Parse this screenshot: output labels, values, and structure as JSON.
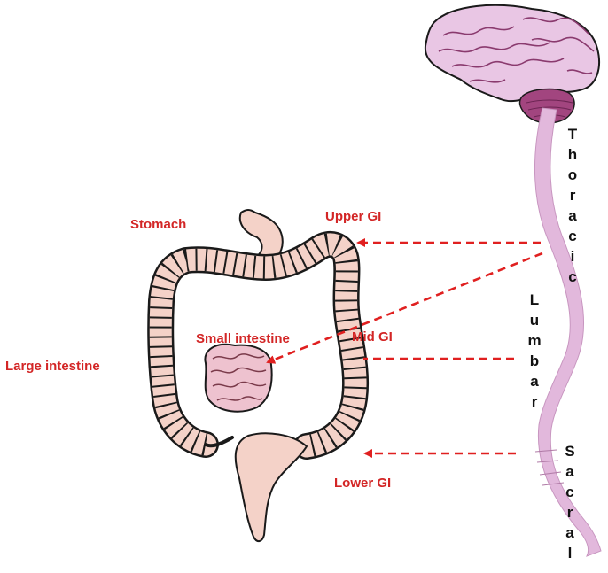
{
  "labels": {
    "stomach": "Stomach",
    "upper_gi": "Upper GI",
    "small_intestine": "Small intestine",
    "mid_gi": "Mid GI",
    "large_intestine": "Large intestine",
    "lower_gi": "Lower GI"
  },
  "spine_regions": {
    "thoracic": [
      "T",
      "h",
      "o",
      "r",
      "a",
      "c",
      "i",
      "c"
    ],
    "lumbar": [
      "L",
      "u",
      "m",
      "b",
      "a",
      "r"
    ],
    "sacral": [
      "S",
      "a",
      "c",
      "r",
      "a",
      "l"
    ]
  },
  "colors": {
    "label_red": "#d32626",
    "arrow_red": "#e02020",
    "brain": "#e9c6e4",
    "cerebellum": "#a2457f",
    "spinal_cord": "#e2b8dc",
    "gut_fill": "#f4d2c8",
    "outline": "#1a1a1a"
  }
}
